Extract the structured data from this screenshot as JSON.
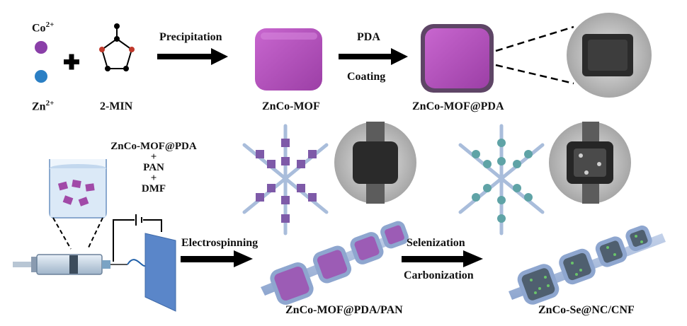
{
  "colors": {
    "cobalt": "#8a3fa8",
    "zinc": "#2b7fc4",
    "mof": "#b04fb8",
    "pda_shell": "#6b4a70",
    "fiber": "#a9bddb",
    "fiber_dark": "#7e97c4",
    "arrow": "#000000",
    "collector": "#5a86c9",
    "selenide": "#6ac46a"
  },
  "reactants": {
    "cobalt_label": "Co",
    "cobalt_charge": "2+",
    "zinc_label": "Zn",
    "zinc_charge": "2+",
    "plus": "+",
    "ligand_label": "2-MIN"
  },
  "steps": {
    "precipitation": "Precipitation",
    "pda": "PDA",
    "coating": "Coating",
    "electrospinning": "Electrospinning",
    "selenization": "Selenization",
    "carbonization": "Carbonization"
  },
  "products": {
    "mof": "ZnCo-MOF",
    "mof_pda": "ZnCo-MOF@PDA",
    "mof_pda_pan": "ZnCo-MOF@PDA/PAN",
    "final": "ZnCo-Se@NC/CNF"
  },
  "solution": {
    "line1": "ZnCo-MOF@PDA",
    "plus1": "+",
    "line2": "PAN",
    "plus2": "+",
    "line3": "DMF"
  }
}
